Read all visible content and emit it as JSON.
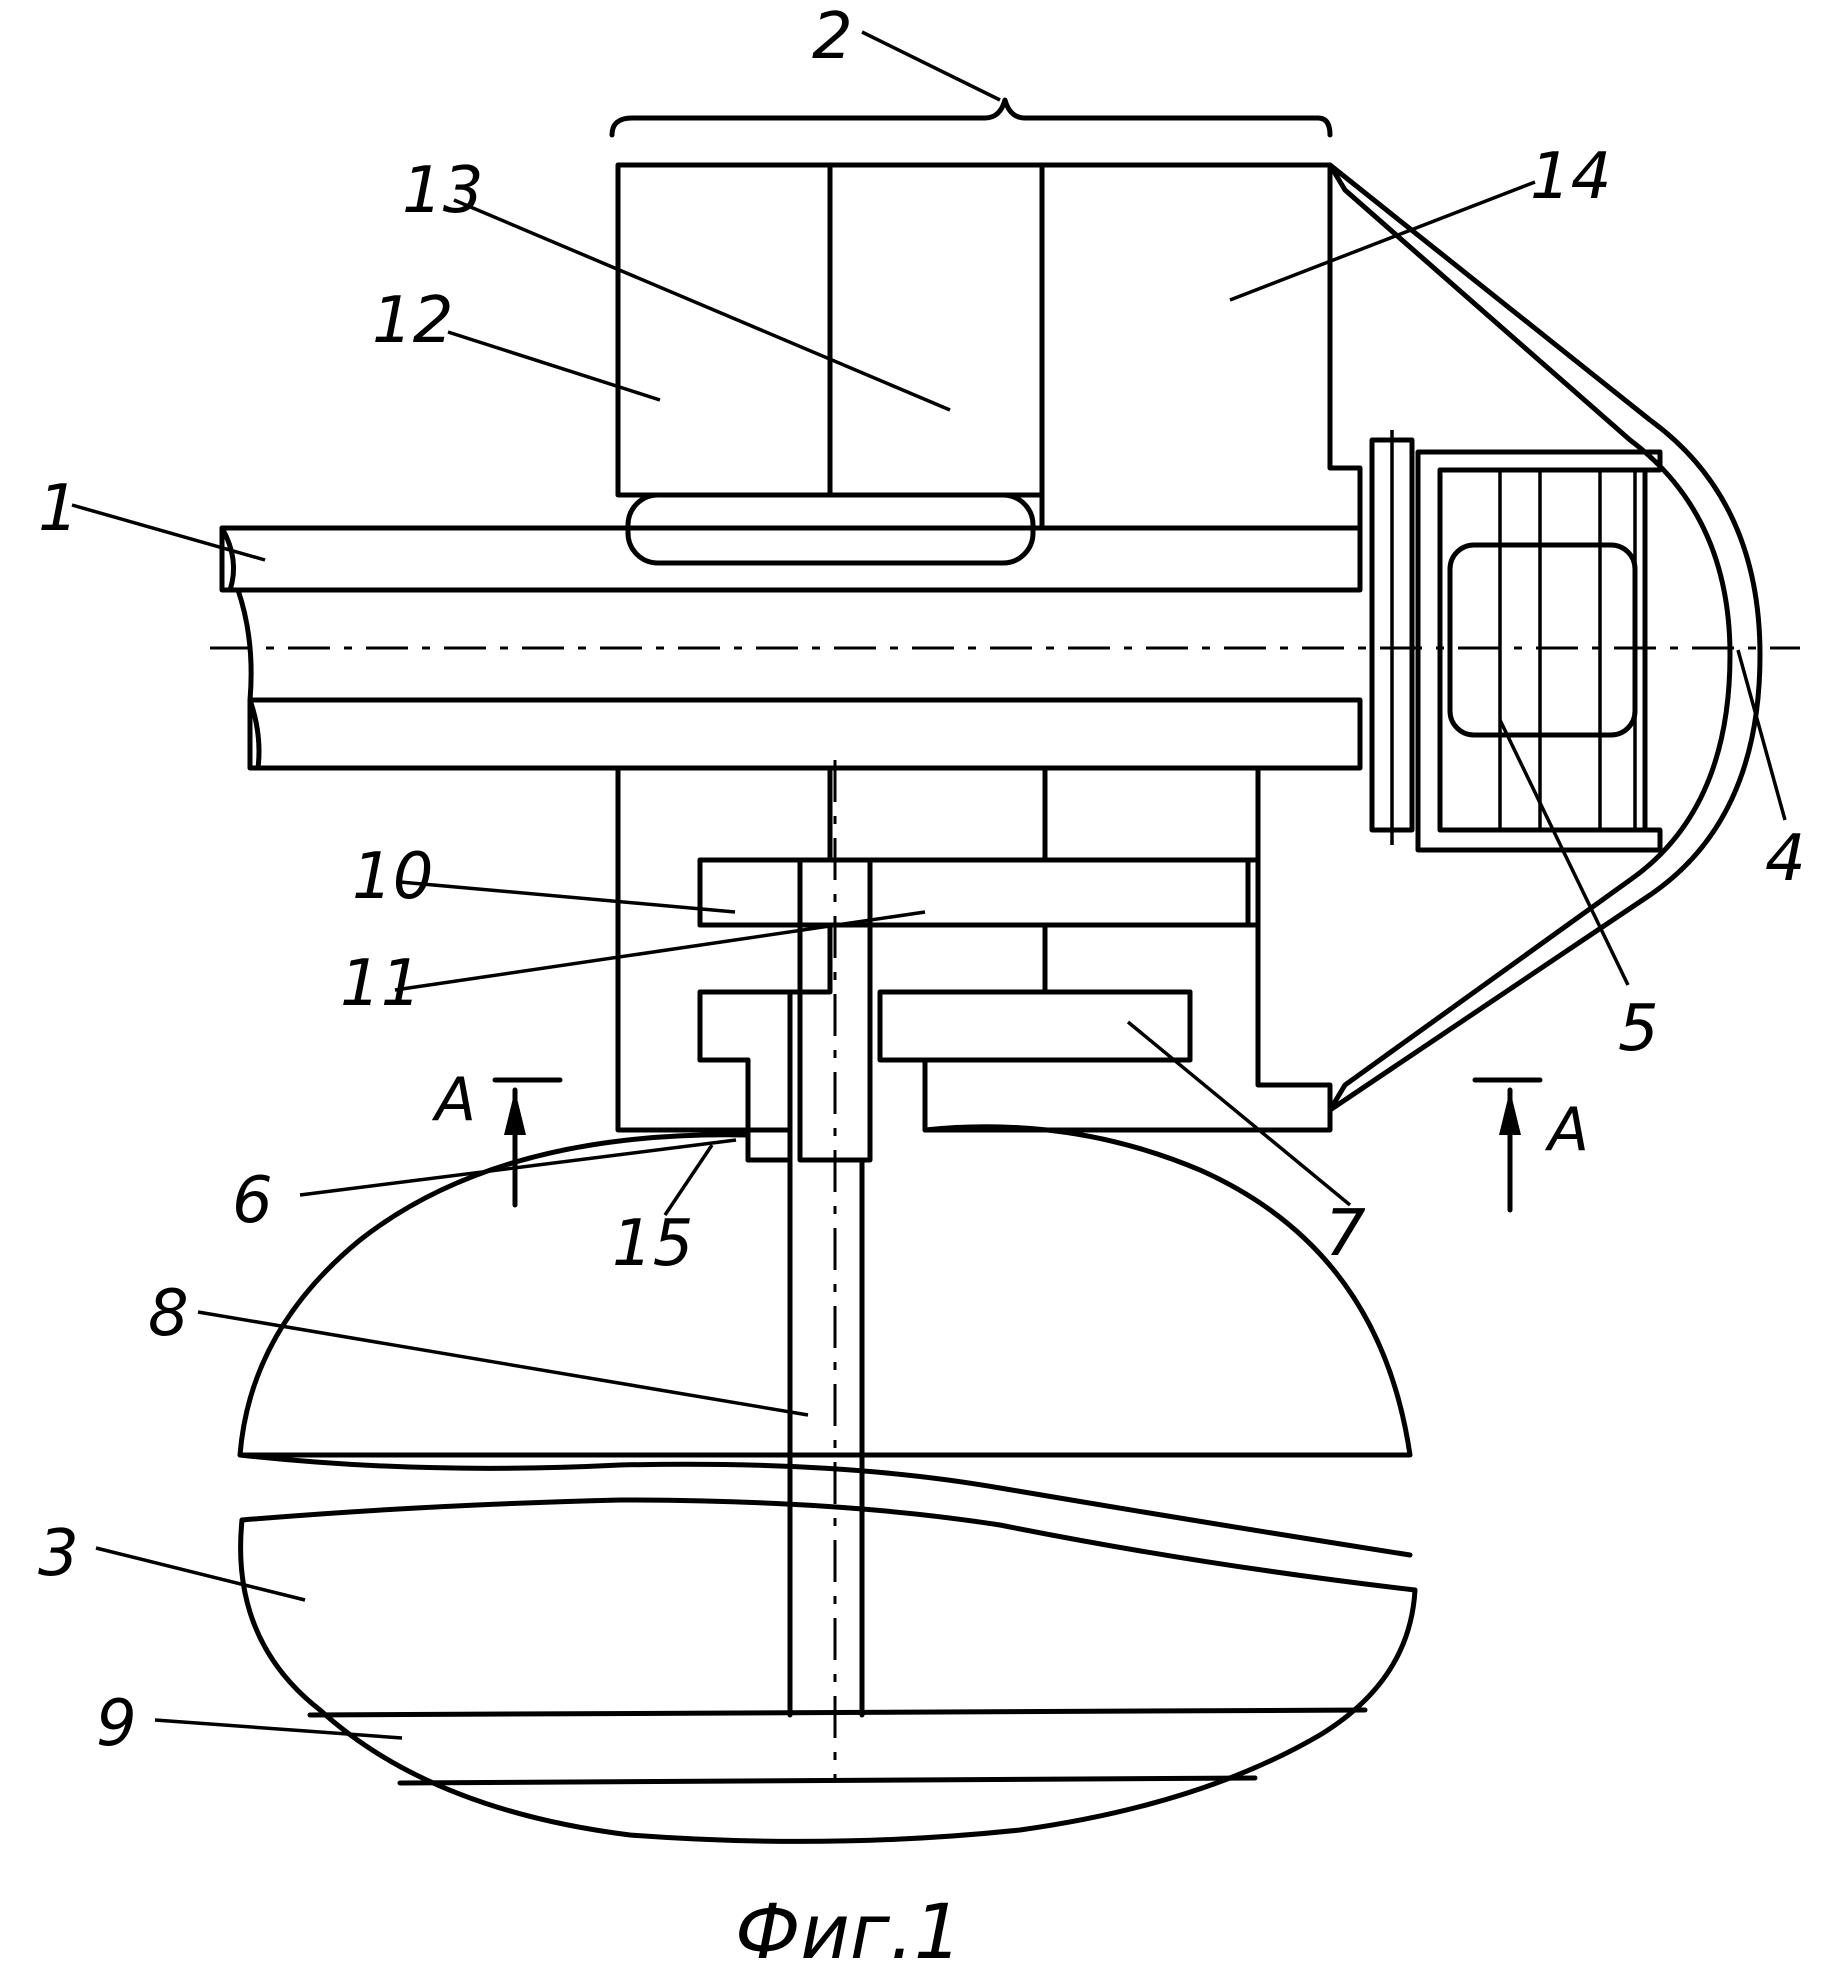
{
  "figure": {
    "caption": "Фиг.1",
    "section_marks": [
      "A",
      "A"
    ]
  },
  "callouts": [
    "1",
    "2",
    "3",
    "4",
    "5",
    "6",
    "7",
    "8",
    "9",
    "10",
    "11",
    "12",
    "13",
    "14",
    "15"
  ],
  "colors": {
    "ink": "#000000",
    "paper": "#ffffff"
  }
}
